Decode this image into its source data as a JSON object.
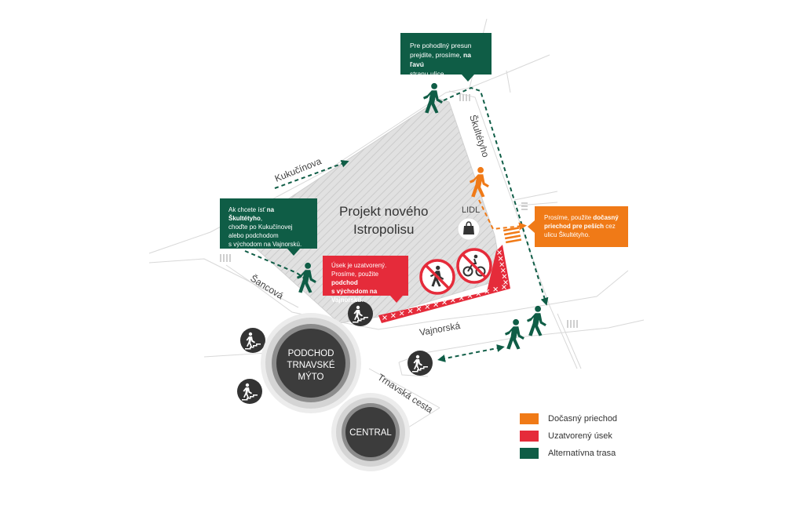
{
  "site": {
    "title_line1": "Projekt nového",
    "title_line2": "Istropolisu",
    "shop": "LIDL"
  },
  "streets": {
    "kucucinova": "Kukučínova",
    "skultetyho": "Škultétyho",
    "sancova": "Šancová",
    "vajnorska": "Vajnorská",
    "trnavska": "Trnavská cesta"
  },
  "roundabouts": {
    "podchod_line1": "PODCHOD",
    "podchod_line2": "TRNAVSKÉ",
    "podchod_line3": "MÝTO",
    "central": "CENTRAL"
  },
  "callouts": {
    "top": {
      "p1": "Pre pohodlný presun",
      "p2": "prejdite, prosíme, ",
      "b1": "na ľavú",
      "p3": "stranu ulice."
    },
    "left": {
      "p1": "Ak chcete ísť ",
      "b1": "na Škultétyho",
      "p2": ",",
      "p3": "choďte po Kukučínovej",
      "p4": "alebo podchodom",
      "p5": "s východom na Vajnorskú."
    },
    "red": {
      "p1": "Úsek je uzatvorený.",
      "p2": "Prosíme, použite ",
      "b1": "podchod",
      "b2": "s východom na Vajnorskú",
      "p3": "."
    },
    "orange": {
      "p1": "Prosíme, použite ",
      "b1": "dočasný",
      "b2": "priechod pre peších",
      "p2": " cez",
      "p3": "ulicu Škultétyho."
    }
  },
  "legend": [
    {
      "label": "Dočasný priechod",
      "color": "#f07a17"
    },
    {
      "label": "Uzatvorený úsek",
      "color": "#e52b3a"
    },
    {
      "label": "Alternatívna trasa",
      "color": "#0f5d46"
    }
  ],
  "colors": {
    "green": "#0f5d46",
    "red": "#e52b3a",
    "orange": "#f07a17",
    "dark_icon": "#333333",
    "site_fill": "#e1e1e1"
  },
  "icons": {
    "pedestrian": "walking-person-icon",
    "underpass": "stairs-down-icon",
    "no_pedestrian": "no-pedestrian-icon",
    "no_bicycle": "no-bicycle-icon",
    "shop": "shopping-bag-icon"
  }
}
